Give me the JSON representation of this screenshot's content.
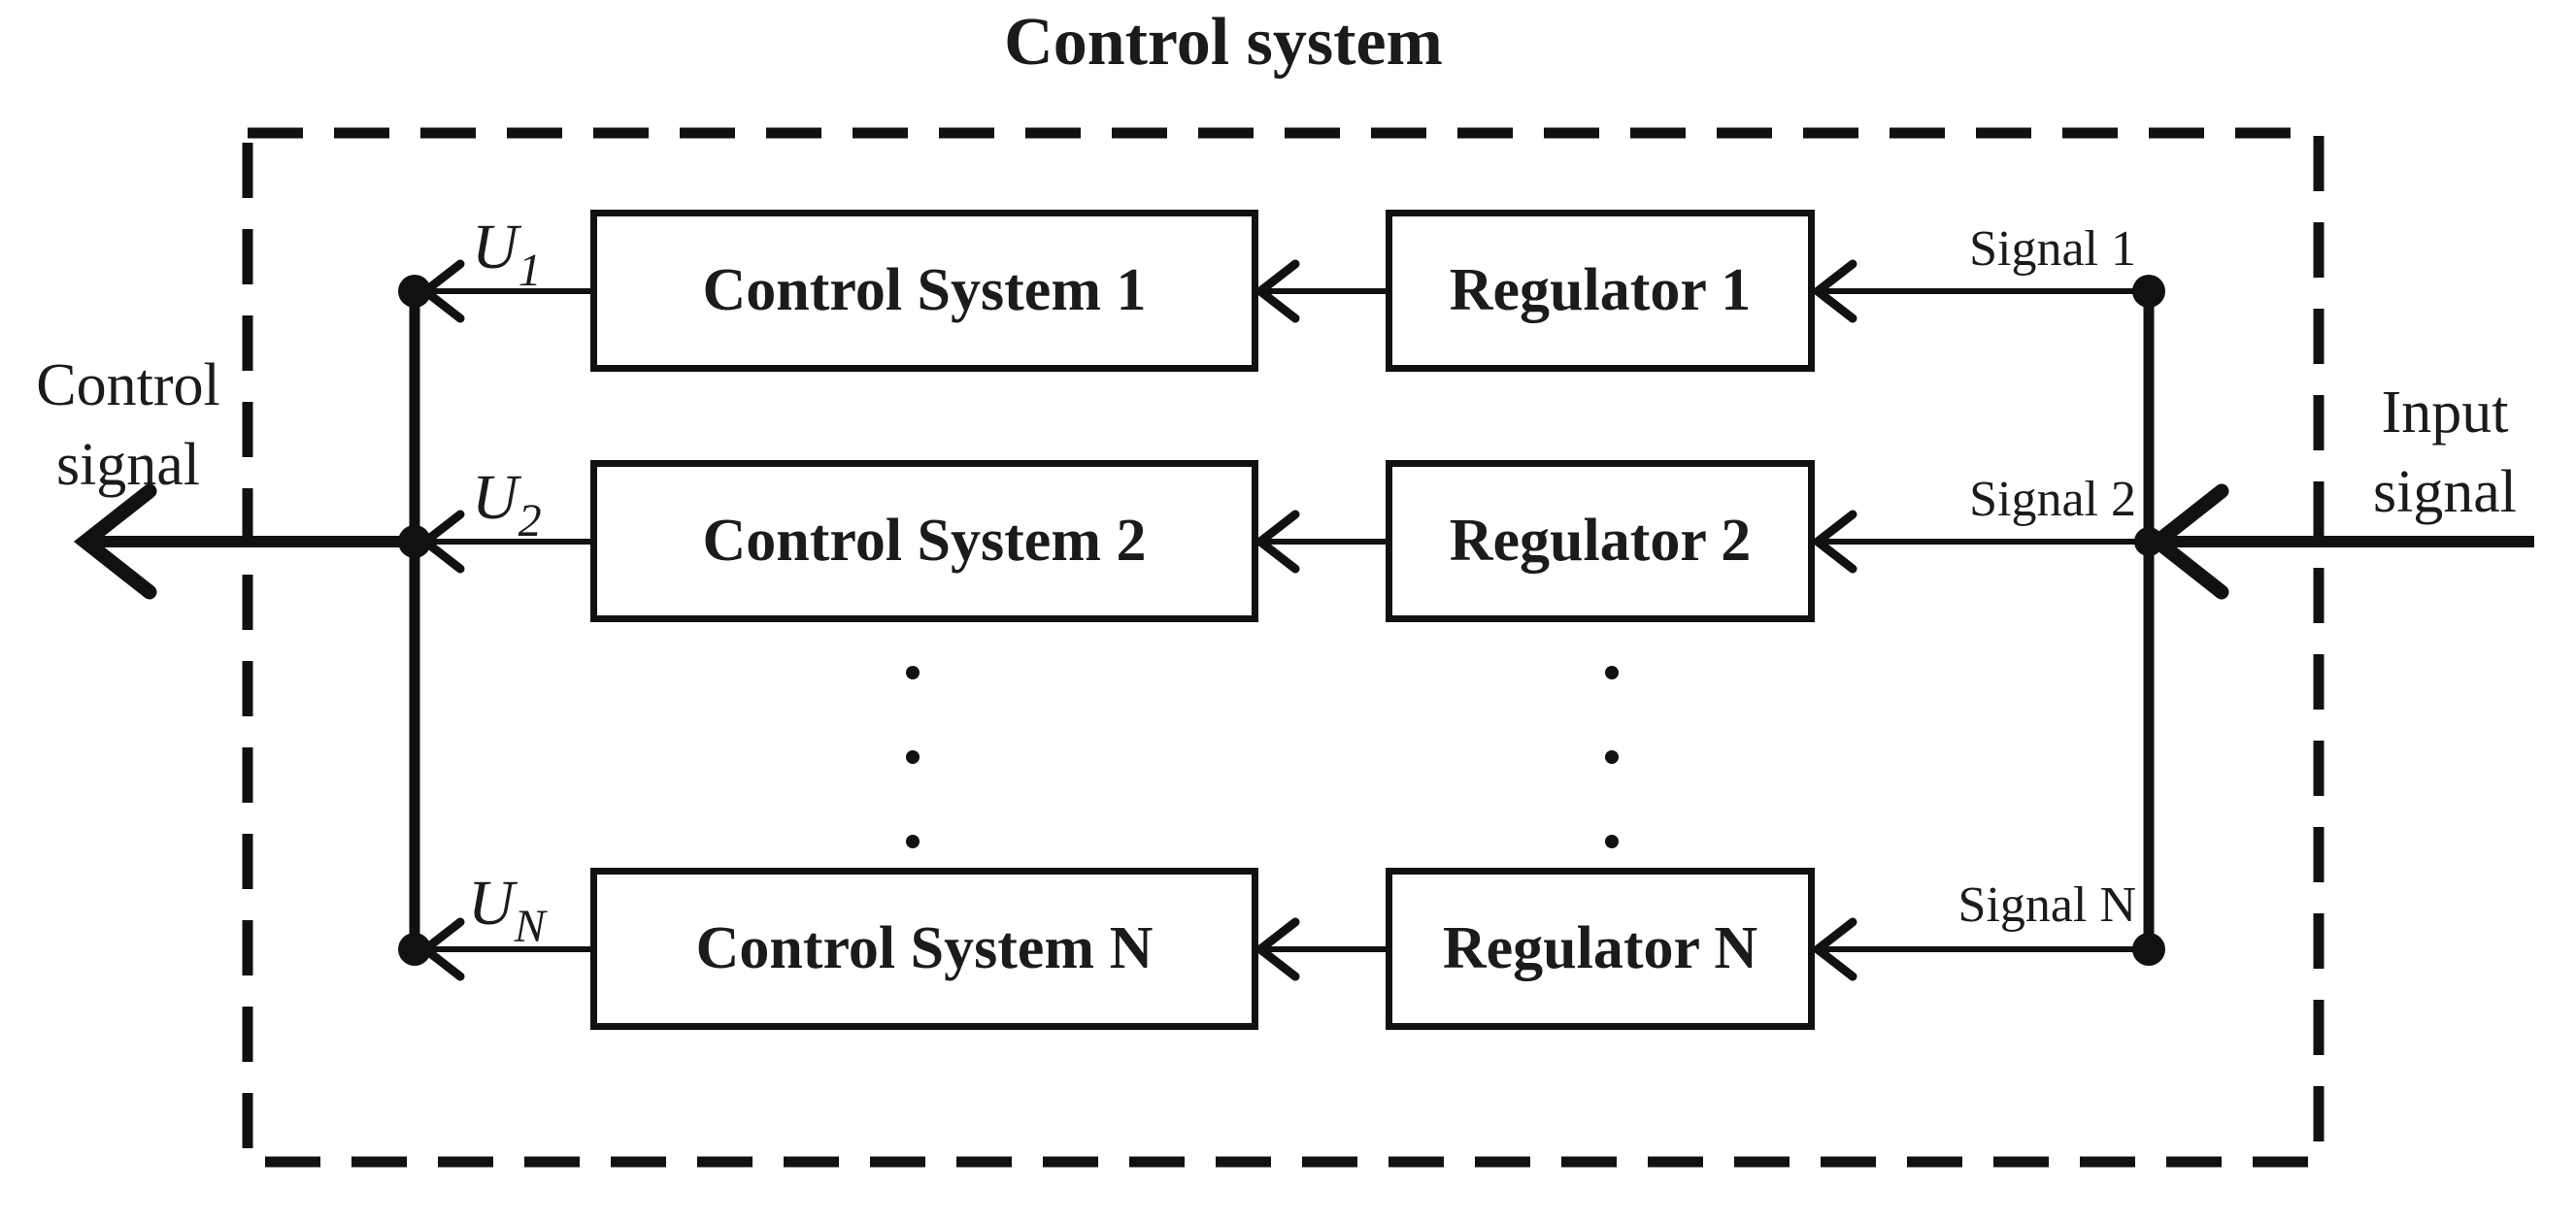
{
  "title": "Control system",
  "outer_labels": {
    "control_signal_line1": "Control",
    "control_signal_line2": "signal",
    "input_signal_line1": "Input",
    "input_signal_line2": "signal"
  },
  "rows": [
    {
      "control_label": "Control System 1",
      "regulator_label": "Regulator 1",
      "u_main": "U",
      "u_sub": "1",
      "signal_label": "Signal 1"
    },
    {
      "control_label": "Control System 2",
      "regulator_label": "Regulator 2",
      "u_main": "U",
      "u_sub": "2",
      "signal_label": "Signal 2"
    },
    {
      "control_label": "Control System N",
      "regulator_label": "Regulator N",
      "u_main": "U",
      "u_sub": "N",
      "signal_label": "Signal N"
    }
  ],
  "colors": {
    "line": "#111111",
    "text": "#1b1b1b",
    "background": "#ffffff"
  }
}
